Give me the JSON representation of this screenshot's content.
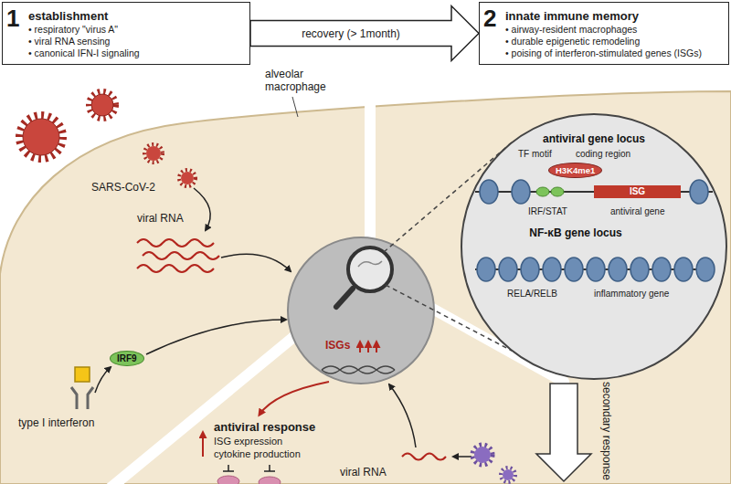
{
  "diagram": {
    "nodes": [
      {
        "text": [
          "1",
          "establishment",
          "• respiratory \"virus A\"",
          "• viral RNA sensing",
          "• canonical IFN-I signaling"
        ]
      },
      {
        "text": [
          "2",
          "innate immune memory",
          "• airway-resident macrophages",
          "• durable epigenetic remodeling",
          "• poising of interferon-stimulated genes (ISGs)"
        ]
      },
      {
        "text": [
          "antiviral gene locus",
          "NF-κB gene locus"
        ]
      },
      {
        "text": [
          "H3K4me1"
        ],
        "in": 2
      },
      {
        "text": [
          "ISG"
        ],
        "in": 2
      },
      {
        "text": [
          "IRF9"
        ]
      }
    ],
    "edges": [
      {
        "from": 0,
        "to": 1,
        "label": "recovery (> 1month)",
        "arrow": "to"
      }
    ],
    "labels": [
      "alveolar macrophage",
      "SARS-CoV-2",
      "viral RNA",
      "type I interferon",
      "TF motif",
      "coding region",
      "IRF/STAT",
      "antiviral gene",
      "RELA/RELB",
      "inflammatory gene",
      "ISGs",
      "antiviral response",
      "ISG expression",
      "cytokine production",
      "secondary response",
      "viral RNA"
    ]
  }
}
